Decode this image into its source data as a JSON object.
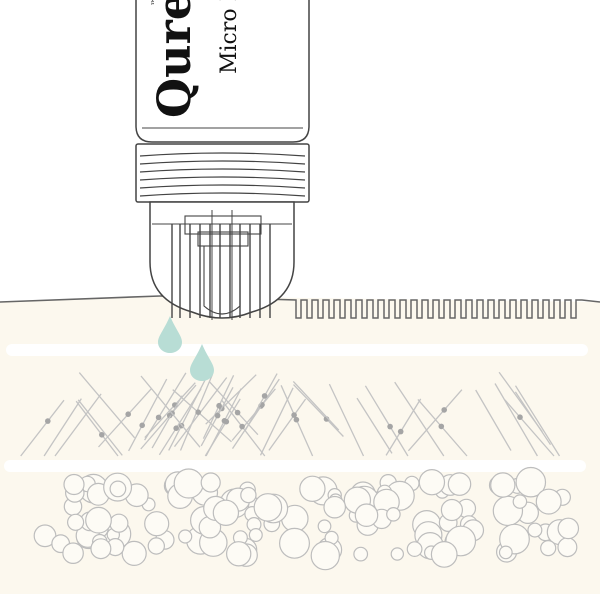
{
  "brand": {
    "name": "Qure",
    "trademark": "™",
    "tagline": "Micro In"
  },
  "colors": {
    "skin": "#fcf8ee",
    "band": "#ffffff",
    "outline": "#555555",
    "fiber": "#bfbfbf",
    "node": "#9a9a9a",
    "cell": "#b9b9b9",
    "droplet": "#b8ddd5"
  },
  "icons": {
    "device": "microneedle-roller-device",
    "droplet": "serum-droplet-icon"
  }
}
